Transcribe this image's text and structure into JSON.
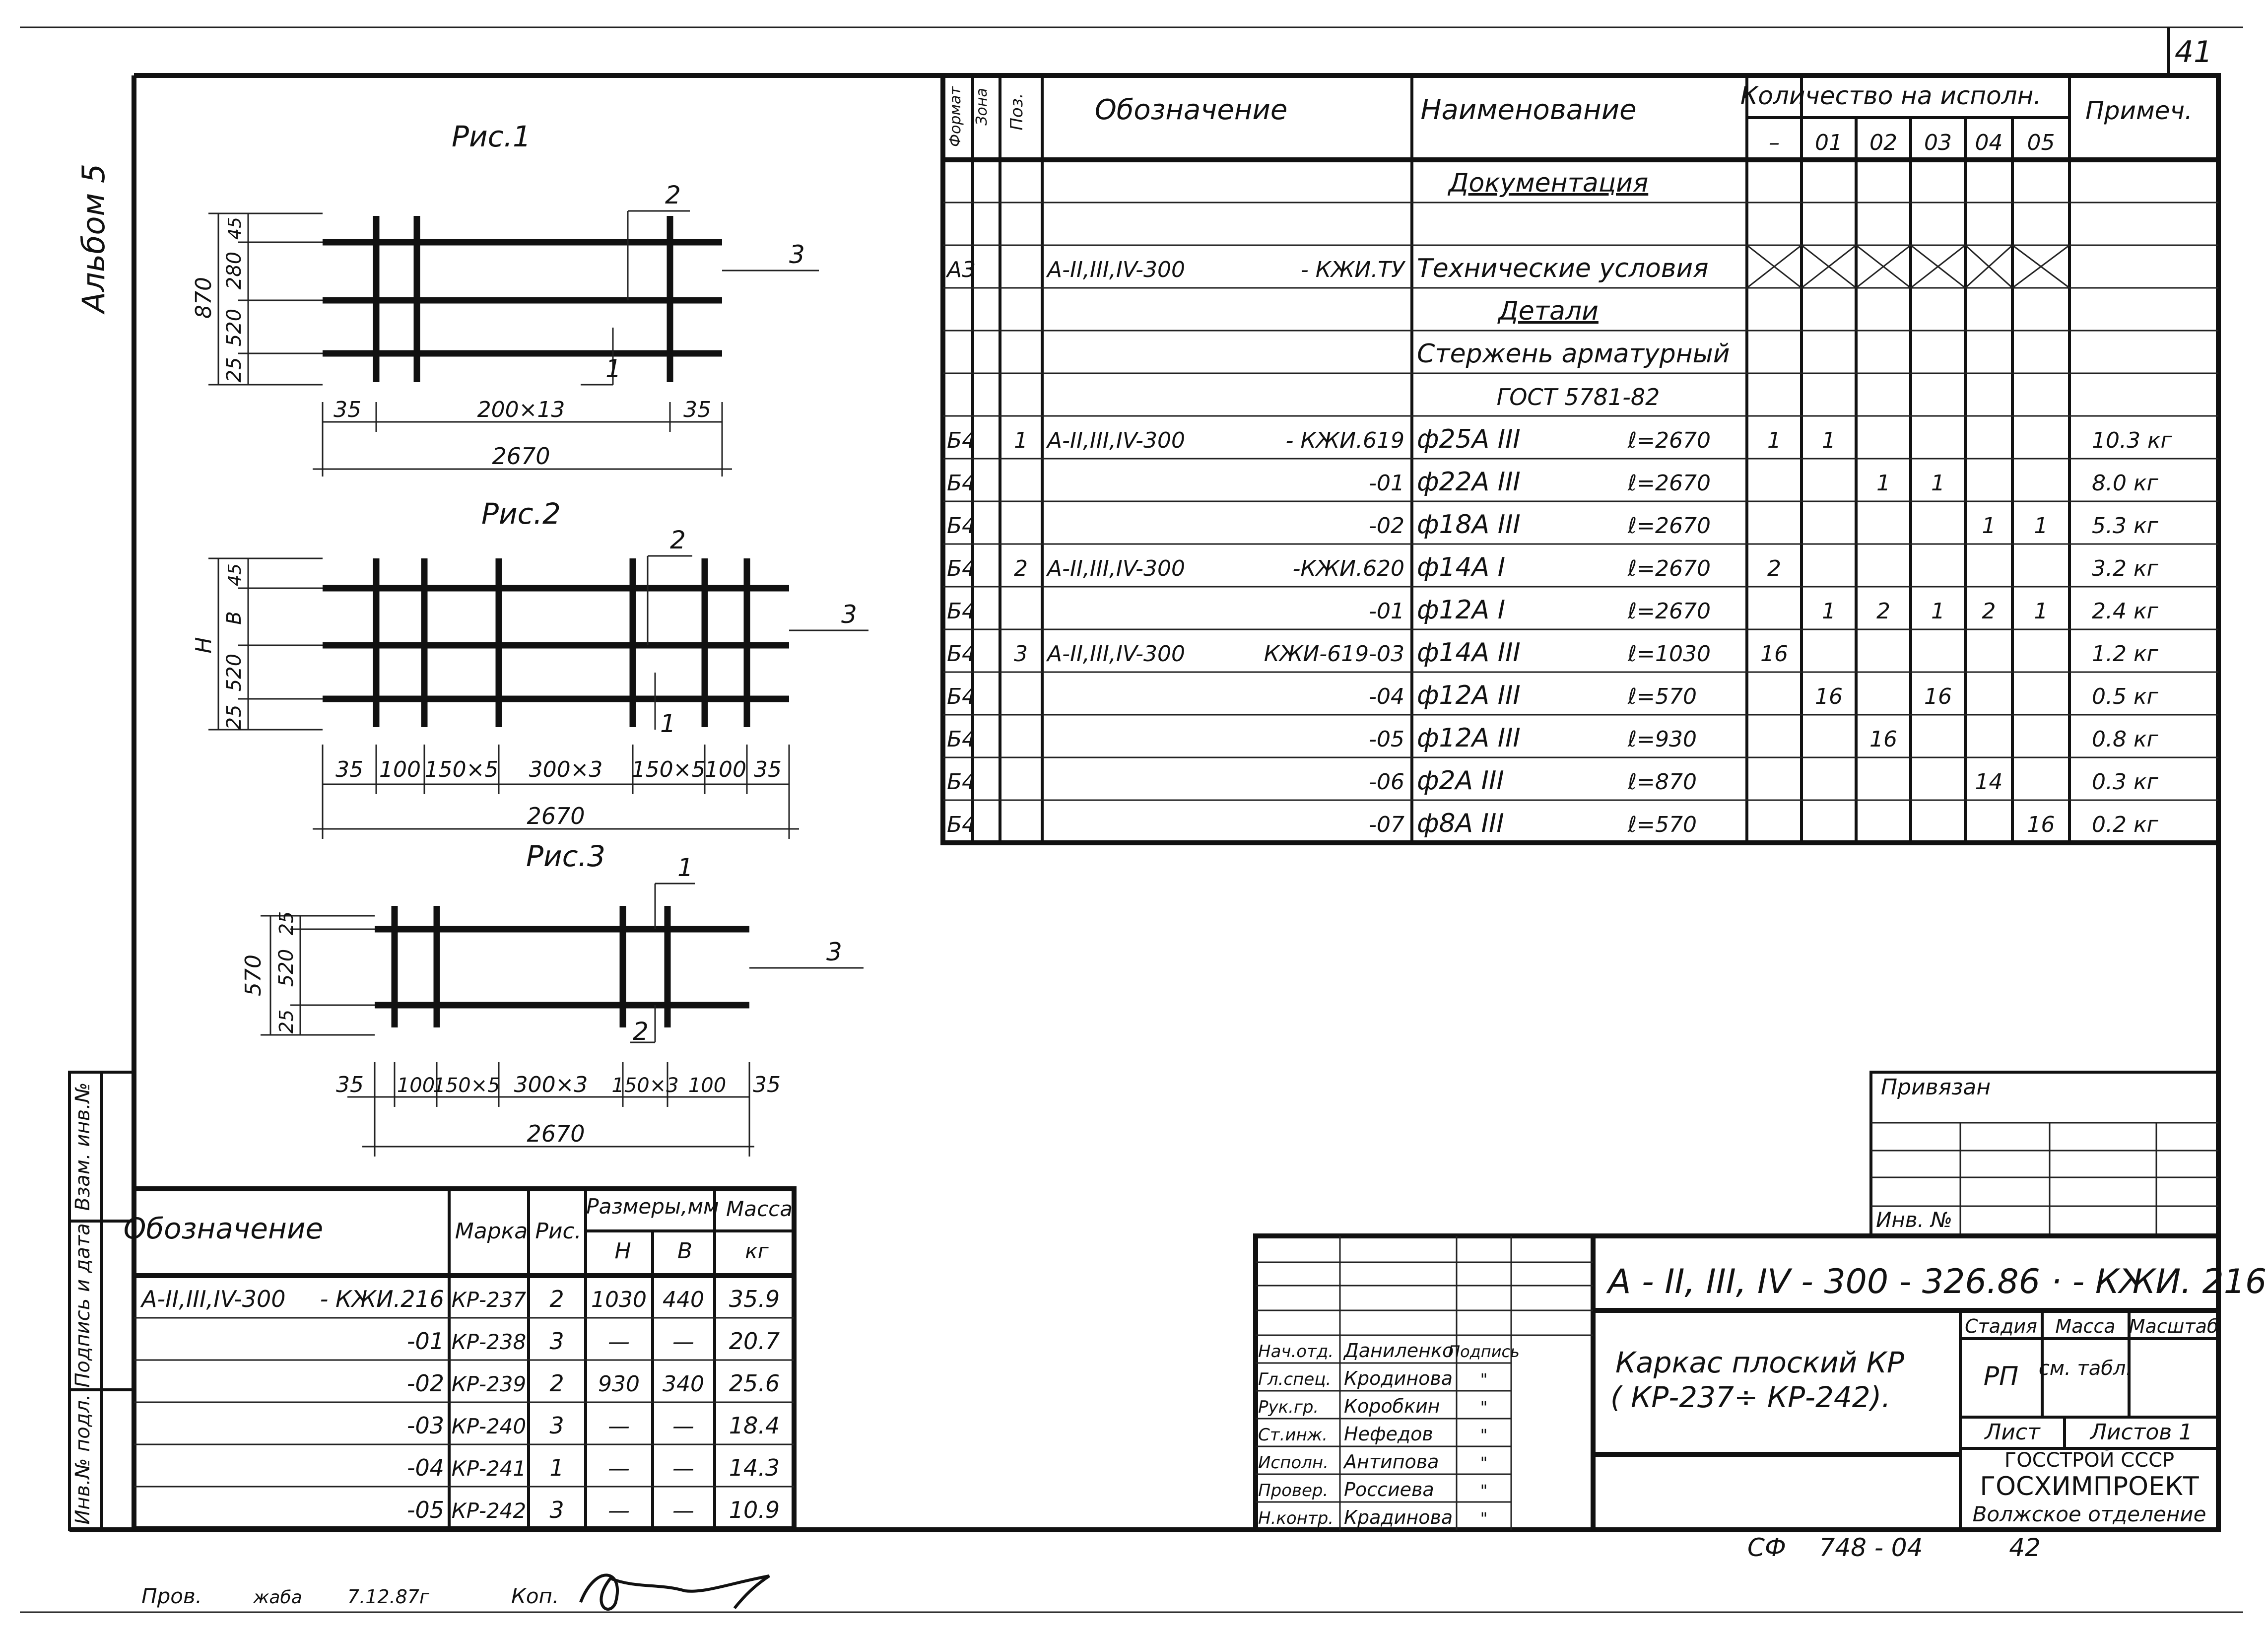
{
  "sheet": {
    "page_number": "41",
    "album": "Альбом 5",
    "copy_code": "СФ",
    "copy_num": "748 - 04",
    "copy_sheet": "42",
    "footer_checked": "Пров.",
    "footer_checker": "жаба",
    "footer_date": "7.12.87г",
    "footer_copied": "Коп."
  },
  "side_stamp": {
    "col1": "Взам. инв.№",
    "col2": "Подпись и дата",
    "col3": "Инв.№ подл."
  },
  "figures": {
    "fig1": {
      "title": "Рис.1",
      "callouts": [
        "2",
        "3",
        "1"
      ],
      "dims_v": [
        "870",
        "25",
        "520",
        "280",
        "45"
      ],
      "dims_h_top": [
        "35",
        "200×13",
        "35"
      ],
      "dims_h_total": "2670"
    },
    "fig2": {
      "title": "Рис.2",
      "callouts": [
        "2",
        "3",
        "1"
      ],
      "dims_v": [
        "Н",
        "25",
        "520",
        "В",
        "45"
      ],
      "dims_h_top": [
        "35",
        "100",
        "150×5",
        "300×3",
        "150×5",
        "100",
        "35"
      ],
      "dims_h_total": "2670"
    },
    "fig3": {
      "title": "Рис.3",
      "callouts": [
        "1",
        "3",
        "2"
      ],
      "dims_v": [
        "570",
        "25",
        "520",
        "25"
      ],
      "dims_h_top": [
        "35",
        "100",
        "150×5",
        "300×3",
        "150×3",
        "100",
        "35"
      ],
      "dims_h_total": "2670"
    }
  },
  "spec": {
    "headers": {
      "format": "Формат",
      "zone": "Зона",
      "pos": "Поз.",
      "designation": "Обозначение",
      "name": "Наименование",
      "qty": "Количество на исполн.",
      "qty_cols": [
        "–",
        "01",
        "02",
        "03",
        "04",
        "05"
      ],
      "note": "Примеч."
    },
    "rows": [
      {
        "fmt": "",
        "pos": "",
        "des_l": "",
        "des_r": "",
        "name": "Документация",
        "len": "",
        "q": [
          "",
          "",
          "",
          "",
          "",
          ""
        ],
        "note": "",
        "kind": "heading"
      },
      {
        "fmt": "",
        "pos": "",
        "des_l": "",
        "des_r": "",
        "name": "",
        "len": "",
        "q": [
          "",
          "",
          "",
          "",
          "",
          ""
        ],
        "note": "",
        "kind": "blank"
      },
      {
        "fmt": "А3",
        "pos": "",
        "des_l": "А-II,III,IV-300",
        "des_r": "- КЖИ.ТУ",
        "name": "Технические условия",
        "len": "",
        "q": [
          "x",
          "x",
          "x",
          "x",
          "x",
          "x"
        ],
        "note": "",
        "kind": "crossed"
      },
      {
        "fmt": "",
        "pos": "",
        "des_l": "",
        "des_r": "",
        "name": "Детали",
        "len": "",
        "q": [
          "",
          "",
          "",
          "",
          "",
          ""
        ],
        "note": "",
        "kind": "heading"
      },
      {
        "fmt": "",
        "pos": "",
        "des_l": "",
        "des_r": "",
        "name": "Стержень арматурный",
        "len": "",
        "q": [
          "",
          "",
          "",
          "",
          "",
          ""
        ],
        "note": "",
        "kind": "plain"
      },
      {
        "fmt": "",
        "pos": "",
        "des_l": "",
        "des_r": "",
        "name": "ГОСТ 5781-82",
        "len": "",
        "q": [
          "",
          "",
          "",
          "",
          "",
          ""
        ],
        "note": "",
        "kind": "center"
      },
      {
        "fmt": "Б4",
        "pos": "1",
        "des_l": "А-II,III,IV-300",
        "des_r": "- КЖИ.619",
        "name": "ф25А III",
        "len": "ℓ=2670",
        "q": [
          "1",
          "1",
          "",
          "",
          "",
          ""
        ],
        "note": "10.3 кг",
        "kind": "plain"
      },
      {
        "fmt": "Б4",
        "pos": "",
        "des_l": "",
        "des_r": "-01",
        "name": "ф22А III",
        "len": "ℓ=2670",
        "q": [
          "",
          "",
          "1",
          "1",
          "",
          ""
        ],
        "note": "8.0 кг",
        "kind": "plain"
      },
      {
        "fmt": "Б4",
        "pos": "",
        "des_l": "",
        "des_r": "-02",
        "name": "ф18А III",
        "len": "ℓ=2670",
        "q": [
          "",
          "",
          "",
          "",
          "1",
          "1"
        ],
        "note": "5.3 кг",
        "kind": "plain"
      },
      {
        "fmt": "Б4",
        "pos": "2",
        "des_l": "А-II,III,IV-300",
        "des_r": "-КЖИ.620",
        "name": "ф14А I",
        "len": "ℓ=2670",
        "q": [
          "2",
          "",
          "",
          "",
          "",
          ""
        ],
        "note": "3.2 кг",
        "kind": "plain"
      },
      {
        "fmt": "Б4",
        "pos": "",
        "des_l": "",
        "des_r": "-01",
        "name": "ф12А I",
        "len": "ℓ=2670",
        "q": [
          "",
          "1",
          "2",
          "1",
          "2",
          "1"
        ],
        "note": "2.4 кг",
        "kind": "plain"
      },
      {
        "fmt": "Б4",
        "pos": "3",
        "des_l": "А-II,III,IV-300",
        "des_r": "КЖИ-619-03",
        "name": "ф14А III",
        "len": "ℓ=1030",
        "q": [
          "16",
          "",
          "",
          "",
          "",
          ""
        ],
        "note": "1.2 кг",
        "kind": "plain"
      },
      {
        "fmt": "Б4",
        "pos": "",
        "des_l": "",
        "des_r": "-04",
        "name": "ф12А III",
        "len": "ℓ=570",
        "q": [
          "",
          "16",
          "",
          "16",
          "",
          ""
        ],
        "note": "0.5 кг",
        "kind": "plain"
      },
      {
        "fmt": "Б4",
        "pos": "",
        "des_l": "",
        "des_r": "-05",
        "name": "ф12А III",
        "len": "ℓ=930",
        "q": [
          "",
          "",
          "16",
          "",
          "",
          ""
        ],
        "note": "0.8 кг",
        "kind": "plain"
      },
      {
        "fmt": "Б4",
        "pos": "",
        "des_l": "",
        "des_r": "-06",
        "name": "ф2А III",
        "len": "ℓ=870",
        "q": [
          "",
          "",
          "",
          "",
          "14",
          ""
        ],
        "note": "0.3 кг",
        "kind": "plain"
      },
      {
        "fmt": "Б4",
        "pos": "",
        "des_l": "",
        "des_r": "-07",
        "name": "ф8А III",
        "len": "ℓ=570",
        "q": [
          "",
          "",
          "",
          "",
          "",
          "16"
        ],
        "note": "0.2 кг",
        "kind": "plain"
      }
    ]
  },
  "marks": {
    "headers": {
      "designation": "Обозначение",
      "mark": "Марка",
      "fig": "Рис.",
      "dims": "Размеры,мм",
      "h": "Н",
      "b": "В",
      "mass": "Масса",
      "mass_unit": "кг"
    },
    "rows": [
      {
        "des_l": "А-II,III,IV-300",
        "des_r": "- КЖИ.216",
        "mark": "КР-237",
        "fig": "2",
        "h": "1030",
        "b": "440",
        "mass": "35.9"
      },
      {
        "des_l": "",
        "des_r": "-01",
        "mark": "КР-238",
        "fig": "3",
        "h": "—",
        "b": "—",
        "mass": "20.7"
      },
      {
        "des_l": "",
        "des_r": "-02",
        "mark": "КР-239",
        "fig": "2",
        "h": "930",
        "b": "340",
        "mass": "25.6"
      },
      {
        "des_l": "",
        "des_r": "-03",
        "mark": "КР-240",
        "fig": "3",
        "h": "—",
        "b": "—",
        "mass": "18.4"
      },
      {
        "des_l": "",
        "des_r": "-04",
        "mark": "КР-241",
        "fig": "1",
        "h": "—",
        "b": "—",
        "mass": "14.3"
      },
      {
        "des_l": "",
        "des_r": "-05",
        "mark": "КР-242",
        "fig": "3",
        "h": "—",
        "b": "—",
        "mass": "10.9"
      }
    ]
  },
  "binding": {
    "label": "Привязан",
    "inv_label": "Инв. №"
  },
  "title_block": {
    "code": "А - II, III, IV - 300 - 326.86 · - КЖИ. 216",
    "title_line1": "Каркас плоский КР",
    "title_line2": "( КР-237÷ КР-242).",
    "stage_label": "Стадия",
    "stage": "РП",
    "mass_label": "Масса",
    "mass": "см. табл.",
    "scale_label": "Масштаб",
    "sheet_label": "Лист",
    "sheets_label": "Листов 1",
    "org1": "ГОССТРОЙ СССР",
    "org2": "ГОСХИМПРОЕКТ",
    "org3": "Волжское отделение",
    "people": [
      {
        "role": "Нач.отд.",
        "name": "Даниленко",
        "sign": "Подпись"
      },
      {
        "role": "Гл.спец.",
        "name": "Кродинова",
        "sign": "\""
      },
      {
        "role": "Рук.гр.",
        "name": "Коробкин",
        "sign": "\""
      },
      {
        "role": "Ст.инж.",
        "name": "Нефедов",
        "sign": "\""
      },
      {
        "role": "Исполн.",
        "name": "Антипова",
        "sign": "\""
      },
      {
        "role": "Провер.",
        "name": "Россиева",
        "sign": "\""
      },
      {
        "role": "Н.контр.",
        "name": "Крадинова",
        "sign": "\""
      }
    ]
  }
}
